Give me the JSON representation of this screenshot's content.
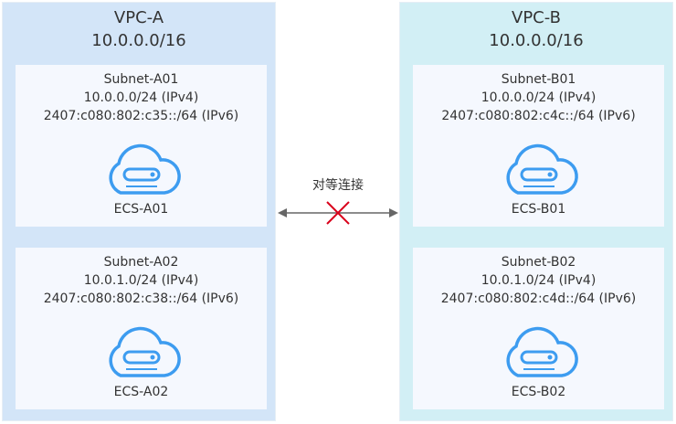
{
  "vpcs": [
    {
      "name": "VPC-A",
      "cidr": "10.0.0.0/16",
      "subnets": [
        {
          "name": "Subnet-A01",
          "ipv4": "10.0.0.0/24 (IPv4)",
          "ipv6": "2407:c080:802:c35::/64 (IPv6)",
          "ecs": "ECS-A01"
        },
        {
          "name": "Subnet-A02",
          "ipv4": "10.0.1.0/24 (IPv4)",
          "ipv6": "2407:c080:802:c38::/64 (IPv6)",
          "ecs": "ECS-A02"
        }
      ]
    },
    {
      "name": "VPC-B",
      "cidr": "10.0.0.0/16",
      "subnets": [
        {
          "name": "Subnet-B01",
          "ipv4": "10.0.0.0/24 (IPv4)",
          "ipv6": "2407:c080:802:c4c::/64 (IPv6)",
          "ecs": "ECS-B01"
        },
        {
          "name": "Subnet-B02",
          "ipv4": "10.0.1.0/24 (IPv4)",
          "ipv6": "2407:c080:802:c4d::/64 (IPv6)",
          "ecs": "ECS-B02"
        }
      ]
    }
  ],
  "peering": {
    "label": "对等连接",
    "status_icon": "x-icon",
    "colors": {
      "line": "#666666",
      "cross": "#d9001b",
      "icon": "#3d9cf0"
    }
  }
}
